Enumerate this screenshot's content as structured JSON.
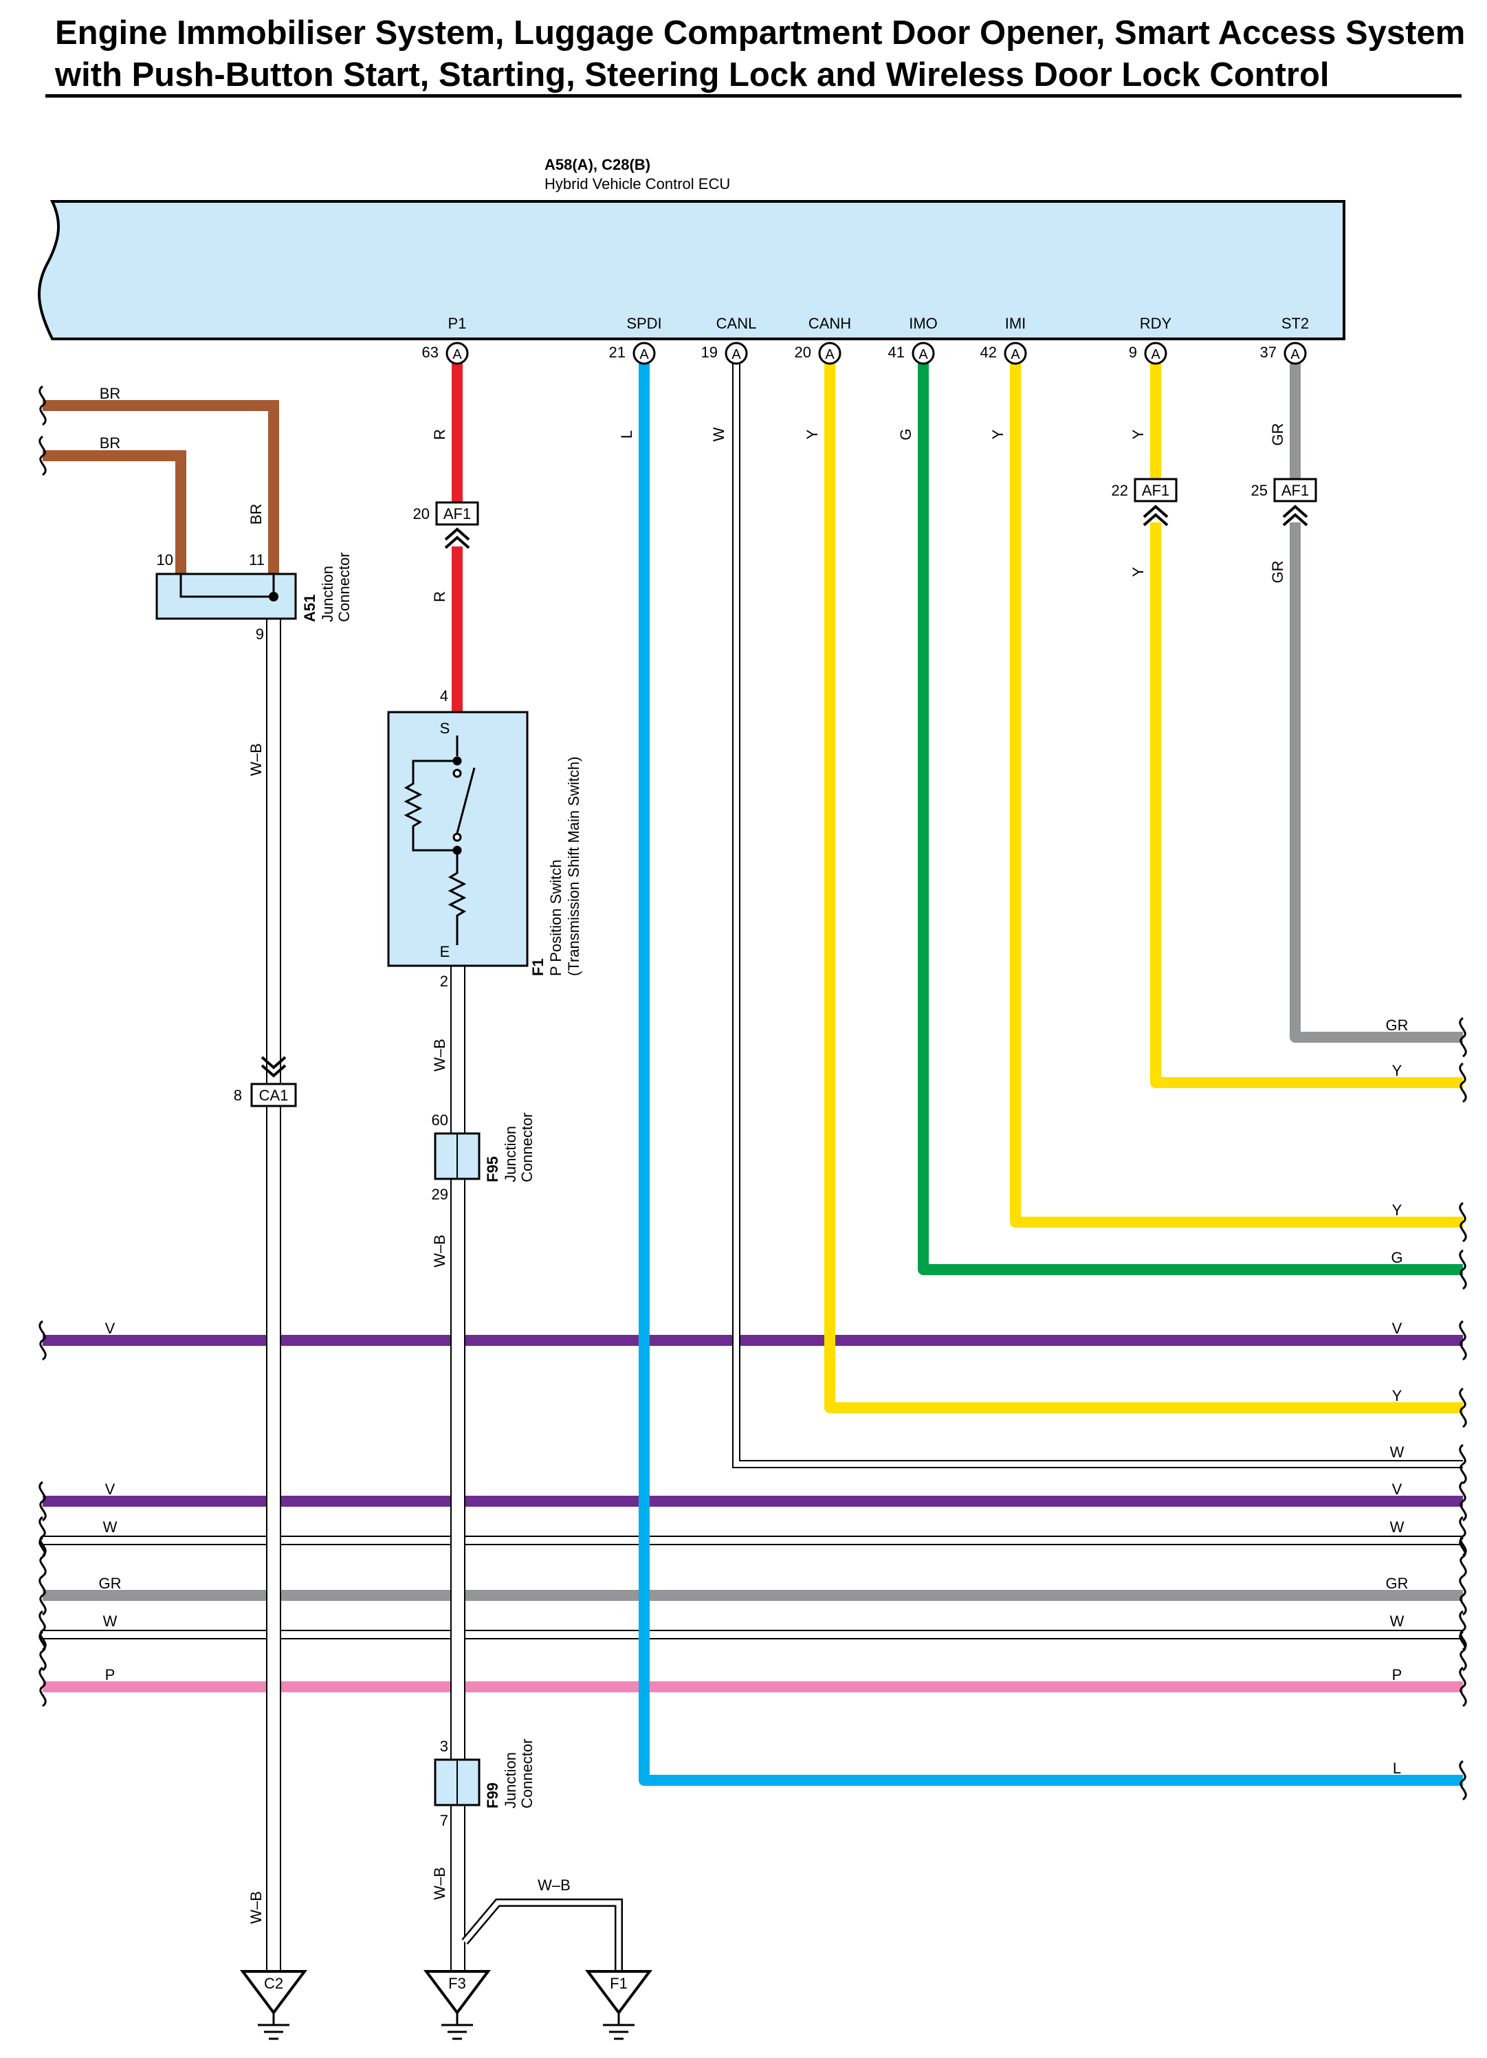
{
  "title": {
    "line1": "Engine Immobiliser System, Luggage Compartment Door Opener, Smart Access System",
    "line2": "with Push-Button Start, Starting, Steering Lock and Wireless Door Lock Control"
  },
  "ecu": {
    "code": "A58(A), C28(B)",
    "name": "Hybrid Vehicle Control ECU",
    "terminals": [
      {
        "name": "P1",
        "pin": "63",
        "conn": "A"
      },
      {
        "name": "SPDI",
        "pin": "21",
        "conn": "A"
      },
      {
        "name": "CANL",
        "pin": "19",
        "conn": "A"
      },
      {
        "name": "CANH",
        "pin": "20",
        "conn": "A"
      },
      {
        "name": "IMO",
        "pin": "41",
        "conn": "A"
      },
      {
        "name": "IMI",
        "pin": "42",
        "conn": "A"
      },
      {
        "name": "RDY",
        "pin": "9",
        "conn": "A"
      },
      {
        "name": "ST2",
        "pin": "37",
        "conn": "A"
      }
    ]
  },
  "colors": {
    "BR": "#A65A32",
    "R": "#E5202A",
    "L": "#00AEEF",
    "W": "#FFFFFF",
    "Y": "#FFDE00",
    "G": "#00A04A",
    "GR": "#939598",
    "V": "#6D2C91",
    "P": "#F087B8",
    "WB": "#FFFFFF",
    "component_fill": "#CCE9F9"
  },
  "wire_labels": {
    "BR": "BR",
    "R": "R",
    "L": "L",
    "W": "W",
    "Y": "Y",
    "G": "G",
    "GR": "GR",
    "V": "V",
    "P": "P",
    "WB": "W–B"
  },
  "connectors": {
    "af1": {
      "name": "AF1",
      "pin_p1": "20",
      "pin_rdy": "22",
      "pin_st2": "25"
    },
    "ca1": {
      "name": "CA1",
      "pin": "8"
    },
    "a51": {
      "code": "A51",
      "name1": "Junction",
      "name2": "Connector",
      "pin_in1": "10",
      "pin_in2": "11",
      "pin_out": "9"
    },
    "f1": {
      "code": "F1",
      "name1": "P Position Switch",
      "name2": "(Transmission Shift Main Switch)",
      "pin_s": "4",
      "pin_e": "2",
      "term_s": "S",
      "term_e": "E"
    },
    "f95": {
      "code": "F95",
      "name1": "Junction",
      "name2": "Connector",
      "pin_top": "60",
      "pin_bottom": "29"
    },
    "f99": {
      "code": "F99",
      "name1": "Junction",
      "name2": "Connector",
      "pin_top": "3",
      "pin_bottom": "7"
    }
  },
  "grounds": {
    "c2": "C2",
    "f3": "F3",
    "f1": "F1"
  }
}
